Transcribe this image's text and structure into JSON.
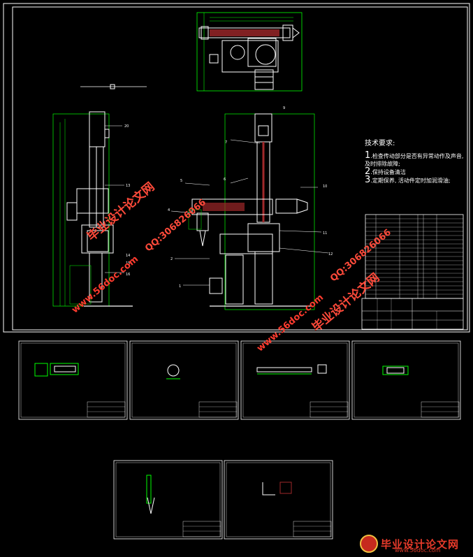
{
  "tech_notes": {
    "title": "技术要求:",
    "items": [
      {
        "num": "1",
        "text": ".检查传动部分是否有异常动作及声音,"
      },
      {
        "num": "",
        "text": "及时排除故障;"
      },
      {
        "num": "2",
        "text": ".保持设备清洁"
      },
      {
        "num": "3",
        "text": ".定期保养, 活动件定时加润滑油;"
      }
    ]
  },
  "watermarks": {
    "site_name": "毕业设计论文网",
    "qq": "QQ:306826066",
    "url": "www.56doc.com"
  },
  "footer": {
    "site_name": "毕业设计论文网",
    "url": "www.56doc.com"
  },
  "callouts": [
    "20",
    "13",
    "9",
    "7",
    "5",
    "6",
    "10",
    "4",
    "11",
    "12",
    "2",
    "1",
    "14",
    "15",
    "16"
  ],
  "colors": {
    "background": "#000000",
    "frame": "#ffffff",
    "outline_green": "#00ff00",
    "watermark_red": "#ff4a3a"
  }
}
